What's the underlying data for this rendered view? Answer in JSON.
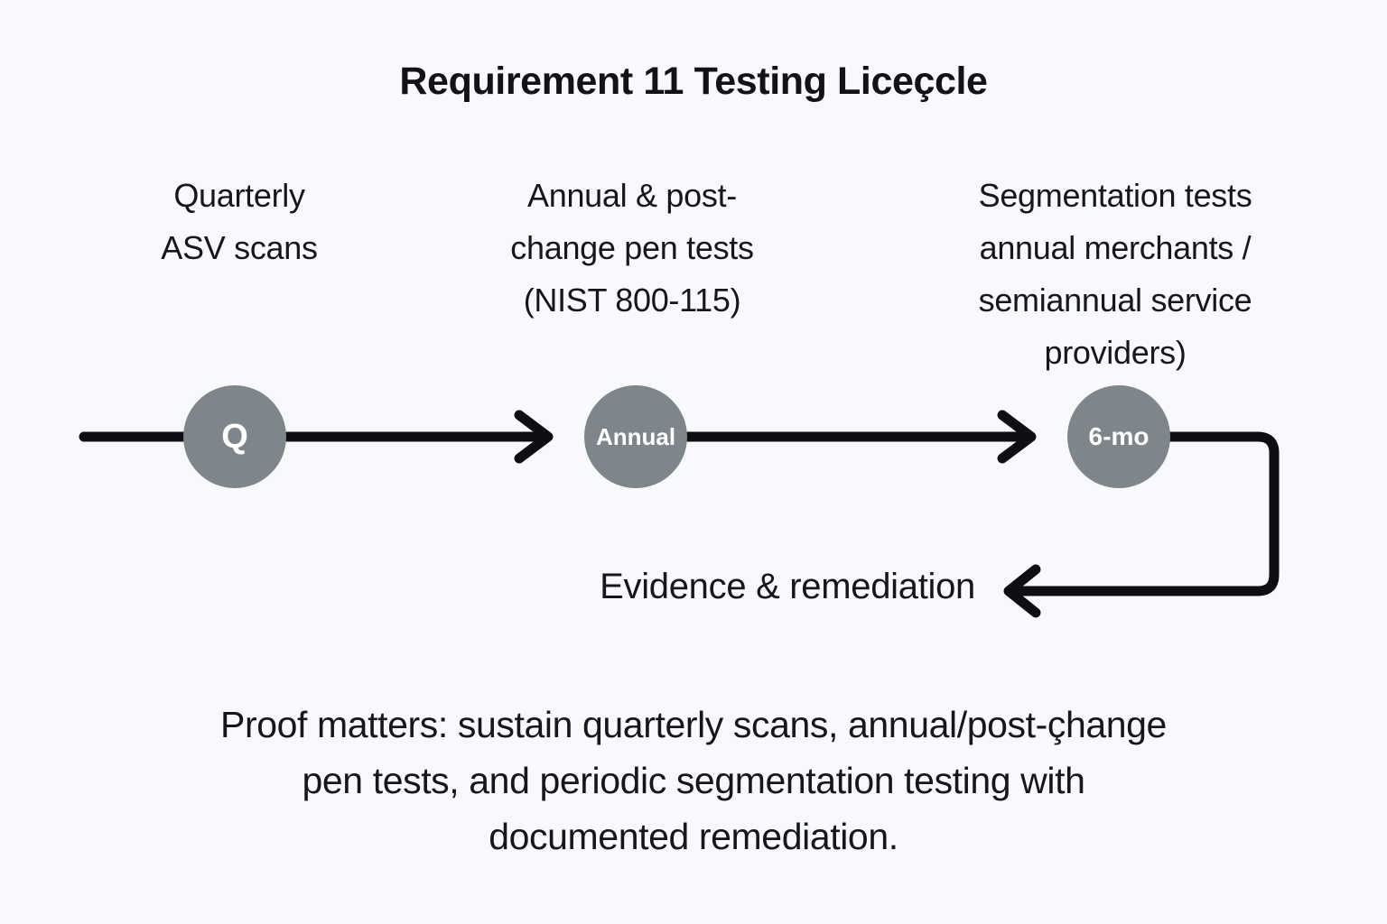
{
  "diagram": {
    "title": "Requirement 11 Testing Liceçcle",
    "background_color": "#f8f9fc",
    "node_color": "#7f868b",
    "line_color": "#0d0f12",
    "text_color": "#15171b",
    "stages": [
      {
        "label": "Quarterly\nASV scans",
        "label_lines": [
          "Quarterly",
          "ASV scans"
        ],
        "node_text": "Q"
      },
      {
        "label": "Annual & post-change pen tests (NIST 800-115)",
        "label_lines": [
          "Annual & post-",
          "change pen tests",
          "(NIST 800-115)"
        ],
        "node_text": "Annual"
      },
      {
        "label": "Segmentation tests annual merchants / semiannual service providers)",
        "label_lines": [
          "Segmentation tests",
          "annual merchants /",
          "semiannual service",
          "providers)"
        ],
        "node_text": "6-mo"
      }
    ],
    "feedback_label": "Evidence & remediation",
    "caption": "Proof matters: sustain quarterly scans, annual/post-çhange pen tests, and periodic segmentation testing with documented remediation.",
    "caption_lines": [
      "Proof matters: sustain quarterly scans, annual/post-çhange",
      "pen tests, and periodic segmentation testing with",
      "documented remediation."
    ]
  }
}
